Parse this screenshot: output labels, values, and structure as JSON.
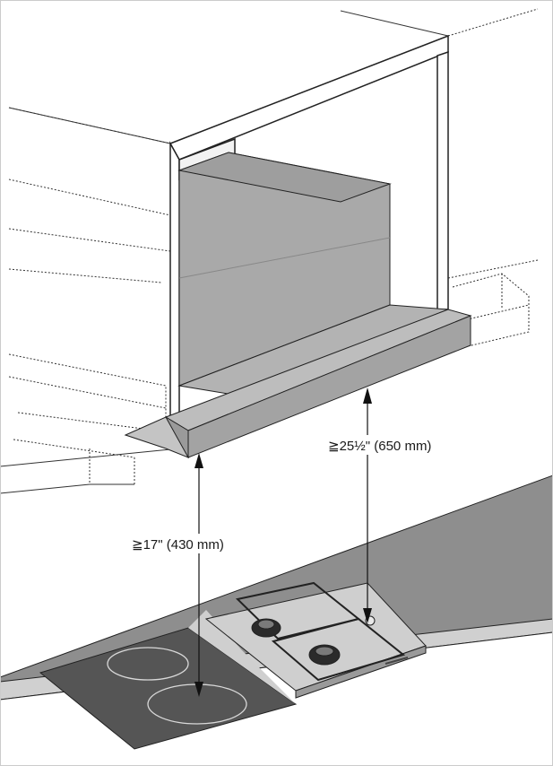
{
  "dimensions": {
    "hood_to_electric_cooktop": {
      "label": "≧17\" (430 mm)",
      "min_inches": "17",
      "min_mm": 430
    },
    "hood_to_gas_cooktop": {
      "label": "≧25½\" (650 mm)",
      "min_inches": "25½",
      "min_mm": 650
    }
  },
  "colors": {
    "line": "#222222",
    "hood_fill": "#a9a9a9",
    "hood_dark": "#9a9a9a",
    "hood_light": "#bdbdbd",
    "counter": "#8e8e8e",
    "cooktop": "#555555",
    "gas_top": "#cfcfcf"
  }
}
